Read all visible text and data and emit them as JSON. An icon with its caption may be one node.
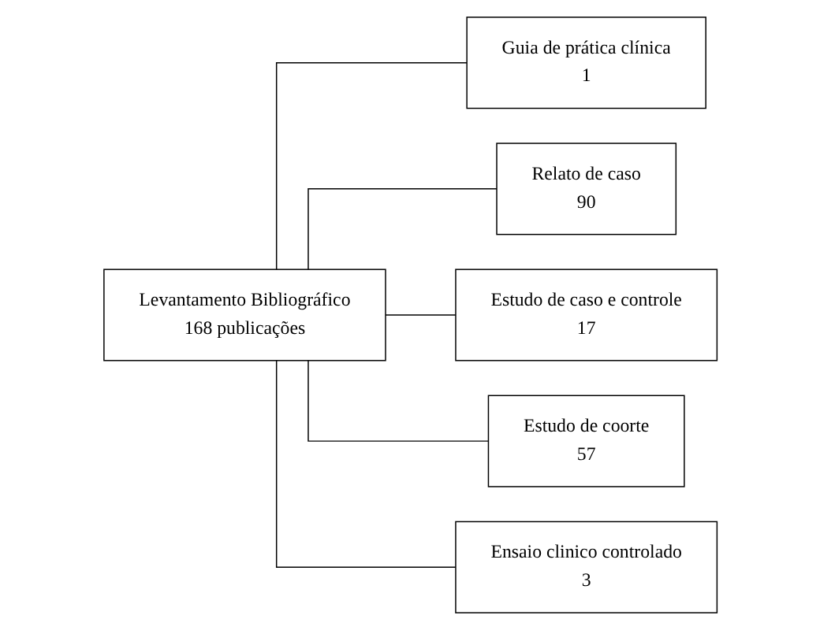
{
  "diagram": {
    "nodes": [
      {
        "text": [
          "Levantamento Bibliográfico",
          "168 publicações"
        ]
      },
      {
        "text": [
          "Guia de prática clínica",
          "1"
        ]
      },
      {
        "text": [
          "Relato de caso",
          "90"
        ]
      },
      {
        "text": [
          "Estudo de caso e controle",
          "17"
        ]
      },
      {
        "text": [
          "Estudo de coorte",
          "57"
        ]
      },
      {
        "text": [
          "Ensaio clinico controlado",
          "3"
        ]
      }
    ],
    "edges": [
      {
        "from": 0,
        "to": 1,
        "arrow": "none"
      },
      {
        "from": 0,
        "to": 2,
        "arrow": "none"
      },
      {
        "from": 0,
        "to": 3,
        "arrow": "none"
      },
      {
        "from": 0,
        "to": 4,
        "arrow": "none"
      },
      {
        "from": 0,
        "to": 5,
        "arrow": "none"
      }
    ]
  }
}
